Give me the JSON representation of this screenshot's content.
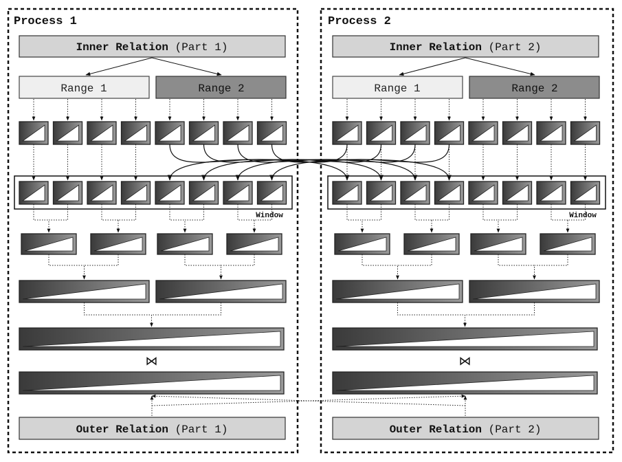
{
  "processes": [
    {
      "title": "Process 1",
      "inner_relation": {
        "bold": "Inner Relation",
        "normal": " (Part 1)"
      },
      "ranges": [
        "Range 1",
        "Range 2"
      ],
      "window_label": "Window",
      "outer_relation": {
        "bold": "Outer Relation",
        "normal": " (Part 1)"
      }
    },
    {
      "title": "Process 2",
      "inner_relation": {
        "bold": "Inner Relation",
        "normal": " (Part 2)"
      },
      "ranges": [
        "Range 1",
        "Range 2"
      ],
      "window_label": "Window",
      "outer_relation": {
        "bold": "Outer Relation",
        "normal": " (Part 2)"
      }
    }
  ],
  "join_symbol": "⋈",
  "colors": {
    "label_box": "#d4d4d4",
    "range_light": "#efefef",
    "range_dark": "#8c8c8c",
    "block_dark": "#3e3e3e",
    "block_mid": "#8a8a8a"
  }
}
